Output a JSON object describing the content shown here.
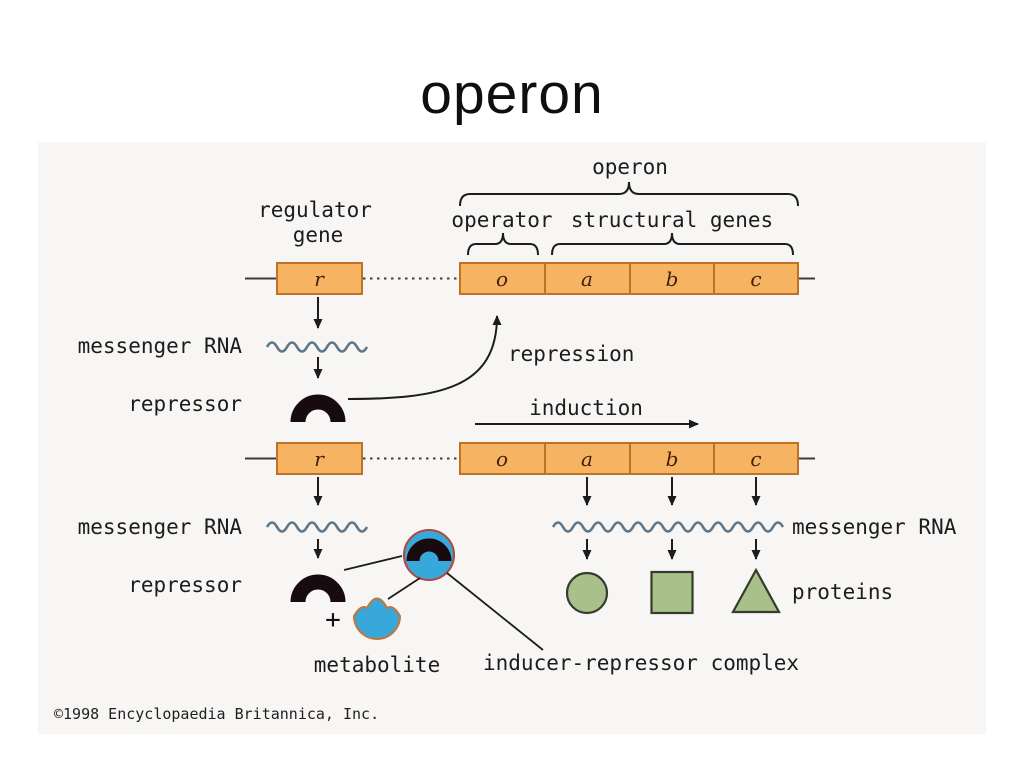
{
  "slide": {
    "title": "operon"
  },
  "diagram": {
    "labels": {
      "operon": "operon",
      "regulator_line1": "regulator",
      "regulator_line2": "gene",
      "operator": "operator",
      "structural_genes": "structural genes",
      "messenger_rna": "messenger RNA",
      "repressor": "repressor",
      "repression": "repression",
      "induction": "induction",
      "plus": "+",
      "metabolite": "metabolite",
      "inducer_repressor_complex": "inducer-repressor complex",
      "proteins": "proteins",
      "copyright": "©1998 Encyclopaedia Britannica, Inc."
    },
    "genes": {
      "regulator": "r",
      "operator": "o",
      "structural_a": "a",
      "structural_b": "b",
      "structural_c": "c"
    },
    "colors": {
      "gene_box_fill": "#f6b463",
      "gene_box_border": "#bf7226",
      "gene_letter": "#44200a",
      "mrna_wave": "#5d7788",
      "repressor_dark": "#170b10",
      "metabolite_blue": "#38a8da",
      "metabolite_outline": "#c4763a",
      "complex_outline": "#b5443a",
      "protein_fill": "#a9c08b",
      "protein_outline": "#333c2e",
      "line_black": "#1c1c1c"
    }
  }
}
